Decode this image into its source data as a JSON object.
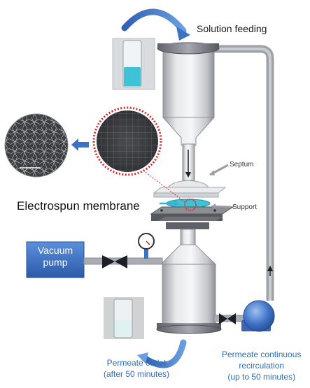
{
  "labels": {
    "solution_feeding": "Solution feeding",
    "septum": "Septum",
    "electrospun_membrane": "Electrospun membrane",
    "support": "Support",
    "vacuum_pump_line1": "Vacuum",
    "vacuum_pump_line2": "pump",
    "permeate_outlet_line1": "Permeate outlet",
    "permeate_outlet_line2": "(after 50 minutes)",
    "recirculation_line1": "Permeate continuous",
    "recirculation_line2": "recirculation",
    "recirculation_line3": "(up to 50 minutes)"
  },
  "colors": {
    "pump_blue": "#3a6fc4",
    "pipe_gray": "#a9adb2",
    "arrow_blue": "#3b72c2",
    "solution_cyan": "#3fc1d6",
    "zoom_ring_red": "#d62a2a",
    "text_blue": "#2e6fb5"
  }
}
